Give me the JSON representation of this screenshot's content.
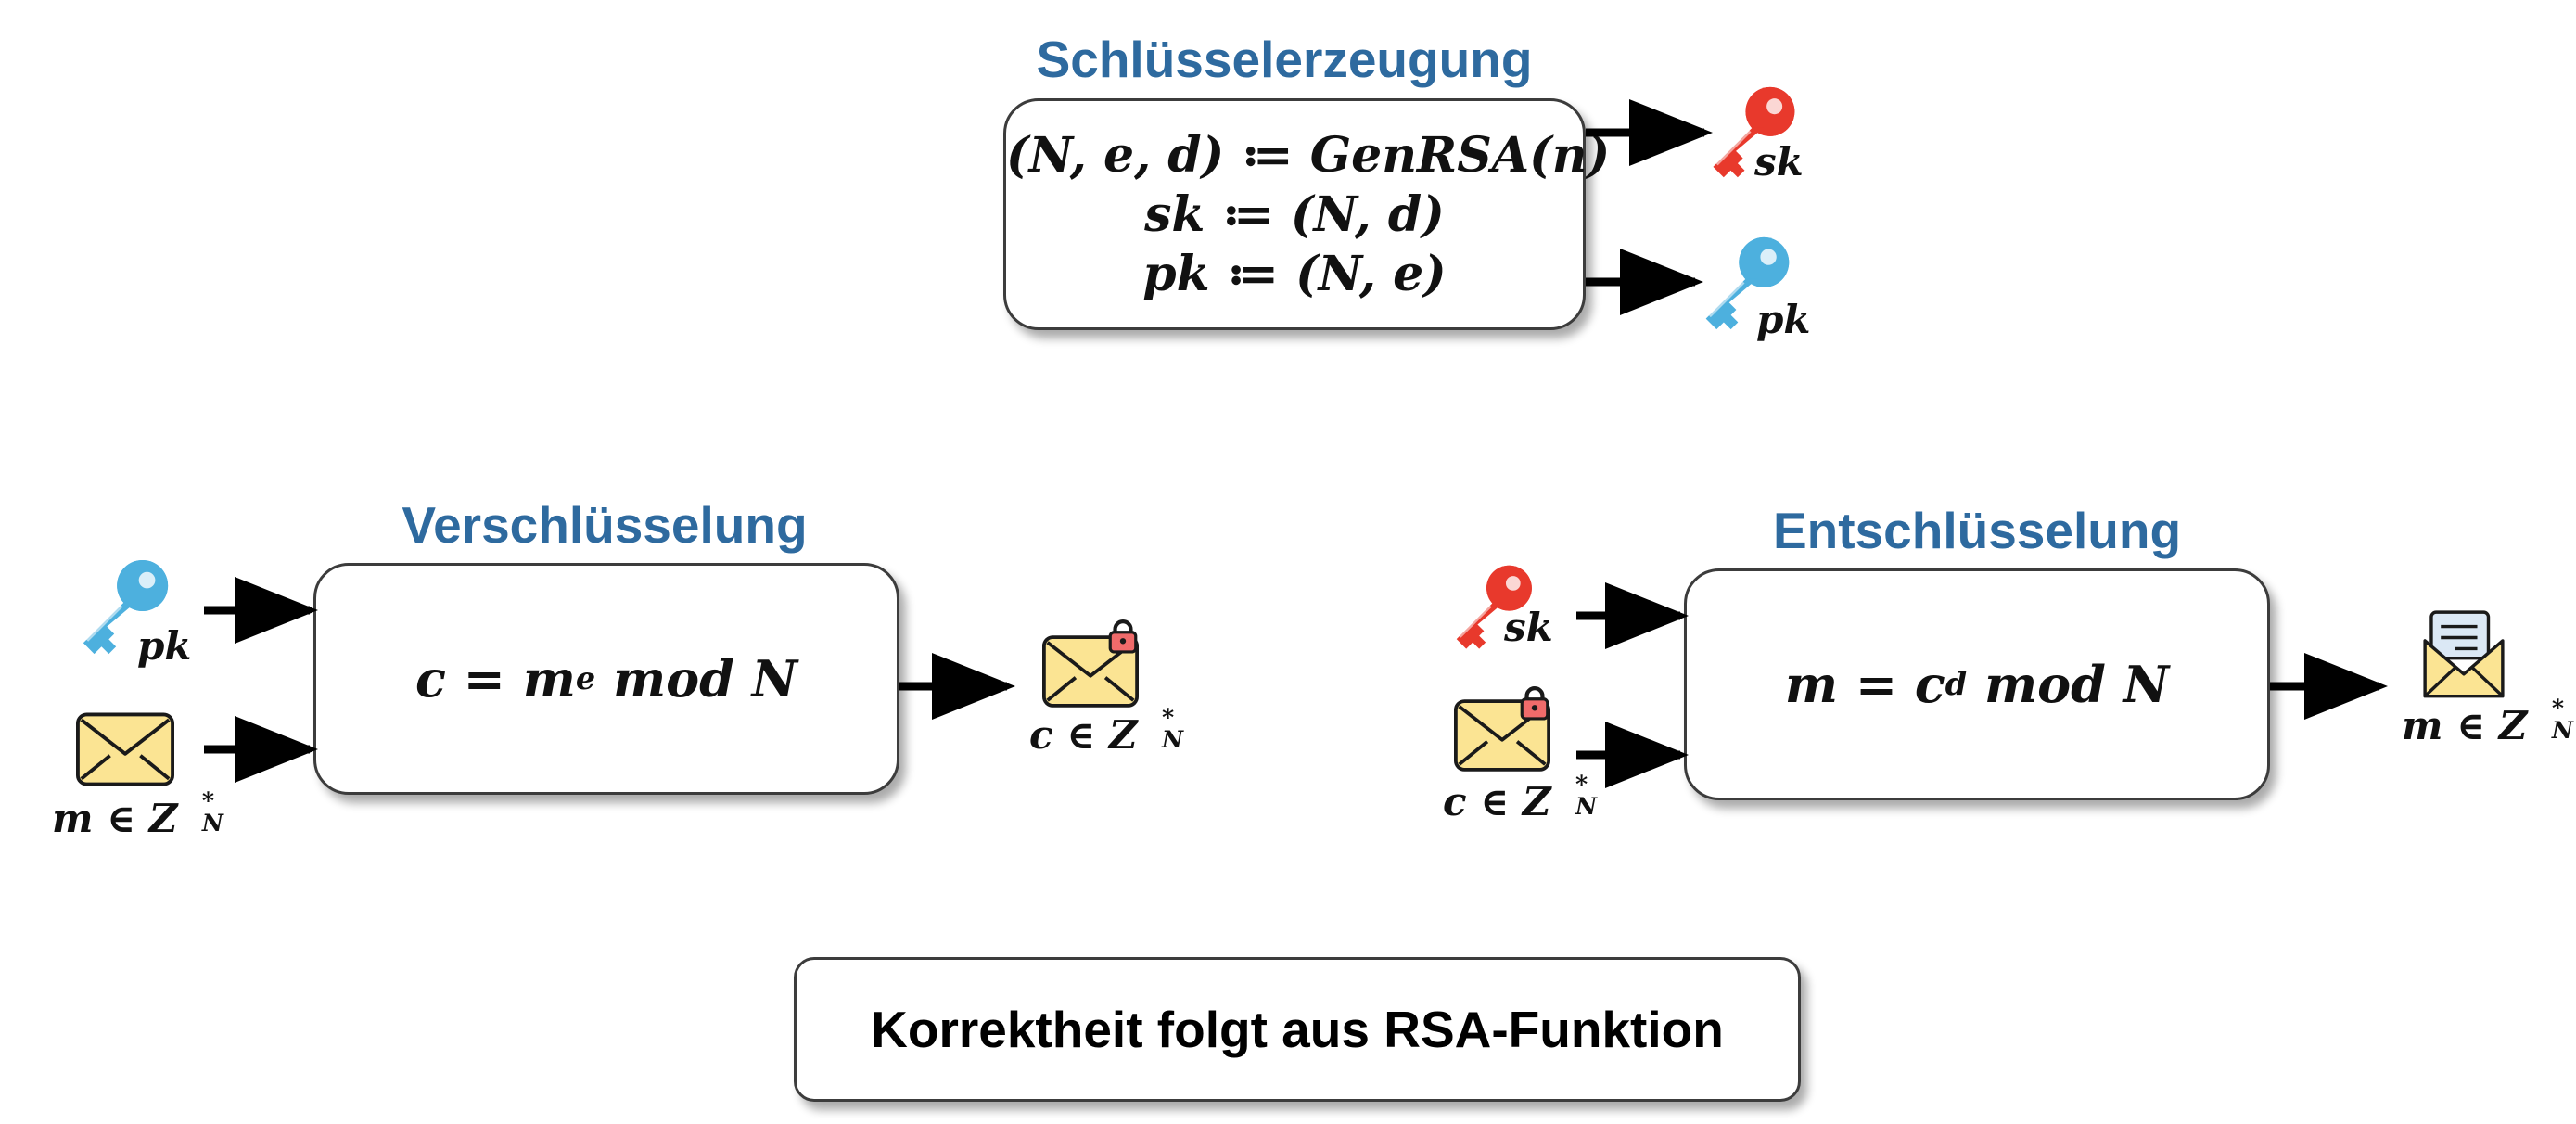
{
  "keygen": {
    "title": "Schlüsselerzeugung",
    "lines": [
      "(N, e, d) ≔ GenRSA(n)",
      "sk  ≔  (N, d)",
      "pk  ≔  (N, e)"
    ],
    "outputs": [
      "sk",
      "pk"
    ]
  },
  "encryption": {
    "title": "Verschlüsselung",
    "formula": {
      "lhs": "c = m",
      "exp": "e",
      "rest": " mod N"
    },
    "inputs": [
      "pk",
      "m ∈ Z"
    ],
    "output": "c ∈ Z",
    "set_sup": "*",
    "set_sub": "N"
  },
  "decryption": {
    "title": "Entschlüsselung",
    "formula": {
      "lhs": "m = c",
      "exp": "d",
      "rest": " mod N"
    },
    "inputs": [
      "sk",
      "c ∈ Z"
    ],
    "output": "m ∈ Z",
    "set_sup": "*",
    "set_sub": "N"
  },
  "footer": "Korrektheit folgt aus RSA-Funktion",
  "colors": {
    "title": "#2e6a9f",
    "secret_key": "#e8392c",
    "public_key": "#4db0de",
    "envelope": "#fbe493"
  }
}
